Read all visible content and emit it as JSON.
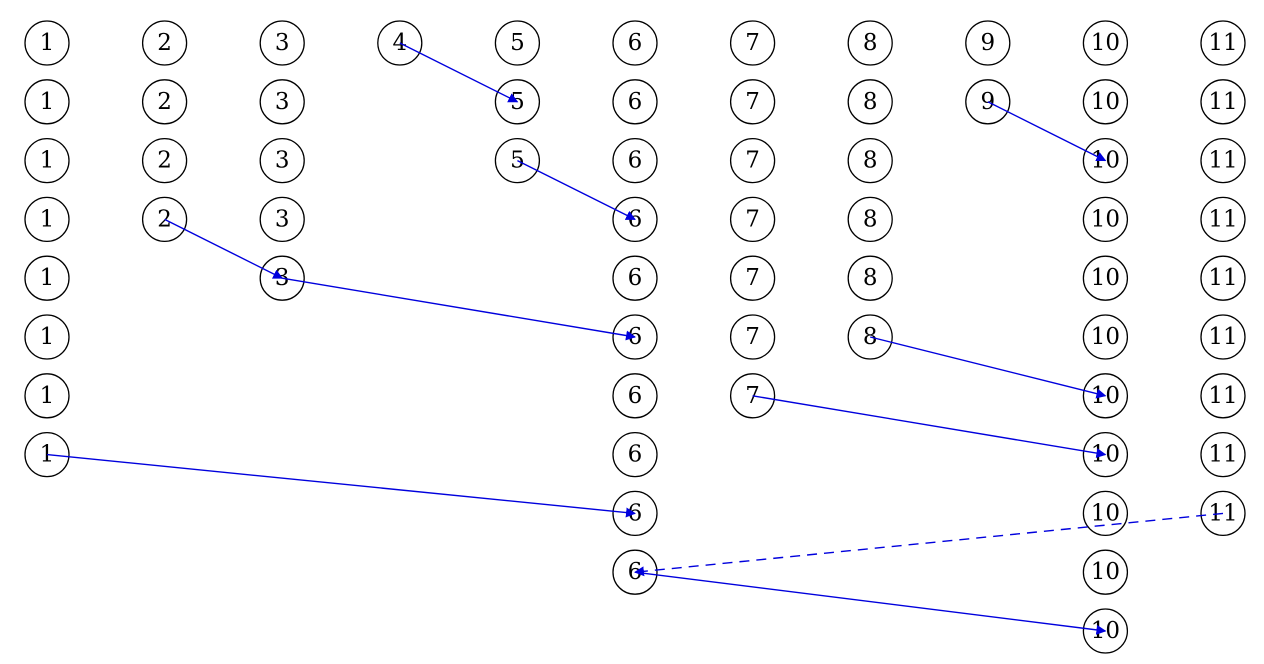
{
  "diagram": {
    "line_color": "#0000dd",
    "columns": [
      {
        "label": "1",
        "count": 8
      },
      {
        "label": "2",
        "count": 4
      },
      {
        "label": "3",
        "count": 5
      },
      {
        "label": "4",
        "count": 1
      },
      {
        "label": "5",
        "count": 3
      },
      {
        "label": "6",
        "count": 10
      },
      {
        "label": "7",
        "count": 7
      },
      {
        "label": "8",
        "count": 6
      },
      {
        "label": "9",
        "count": 2
      },
      {
        "label": "10",
        "count": 11
      },
      {
        "label": "11",
        "count": 9
      }
    ],
    "edges": [
      {
        "from": [
          4,
          1
        ],
        "to": [
          5,
          2
        ],
        "style": "solid"
      },
      {
        "from": [
          9,
          2
        ],
        "to": [
          10,
          3
        ],
        "style": "solid"
      },
      {
        "from": [
          5,
          3
        ],
        "to": [
          6,
          4
        ],
        "style": "solid"
      },
      {
        "from": [
          2,
          4
        ],
        "to": [
          3,
          5
        ],
        "style": "solid"
      },
      {
        "from": [
          3,
          5
        ],
        "to": [
          6,
          6
        ],
        "style": "solid"
      },
      {
        "from": [
          8,
          6
        ],
        "to": [
          10,
          7
        ],
        "style": "solid"
      },
      {
        "from": [
          7,
          7
        ],
        "to": [
          10,
          8
        ],
        "style": "solid"
      },
      {
        "from": [
          1,
          8
        ],
        "to": [
          6,
          9
        ],
        "style": "solid"
      },
      {
        "from": [
          11,
          9
        ],
        "to": [
          6,
          10
        ],
        "style": "dashed"
      },
      {
        "from": [
          6,
          10
        ],
        "to": [
          10,
          11
        ],
        "style": "solid"
      }
    ]
  }
}
